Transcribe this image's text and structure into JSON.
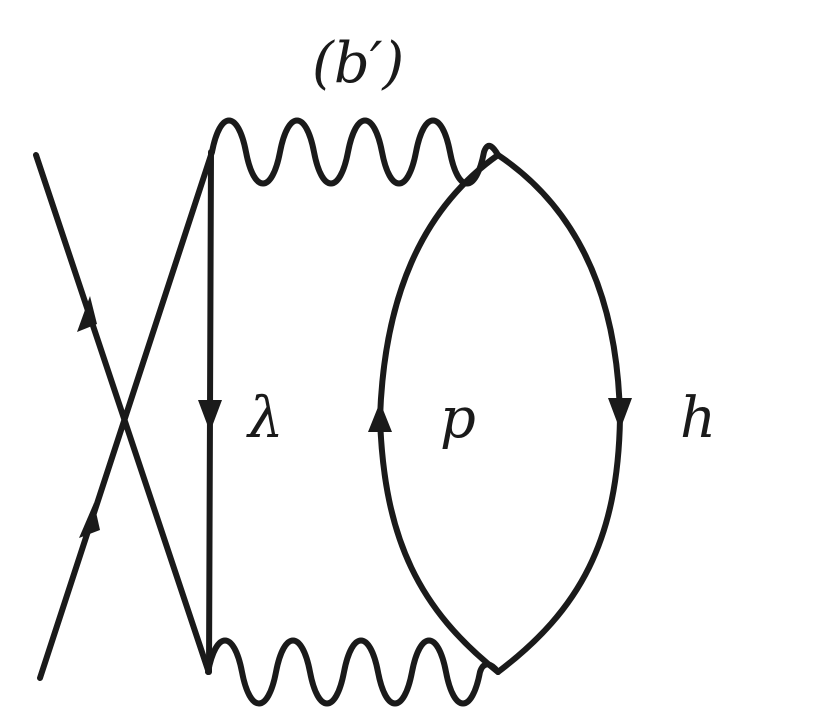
{
  "diagram": {
    "title": "(b′)",
    "labels": {
      "lambda": "λ",
      "particle": "p",
      "hole": "h"
    },
    "colors": {
      "ink": "#1a1a1a",
      "background": "#ffffff"
    }
  }
}
